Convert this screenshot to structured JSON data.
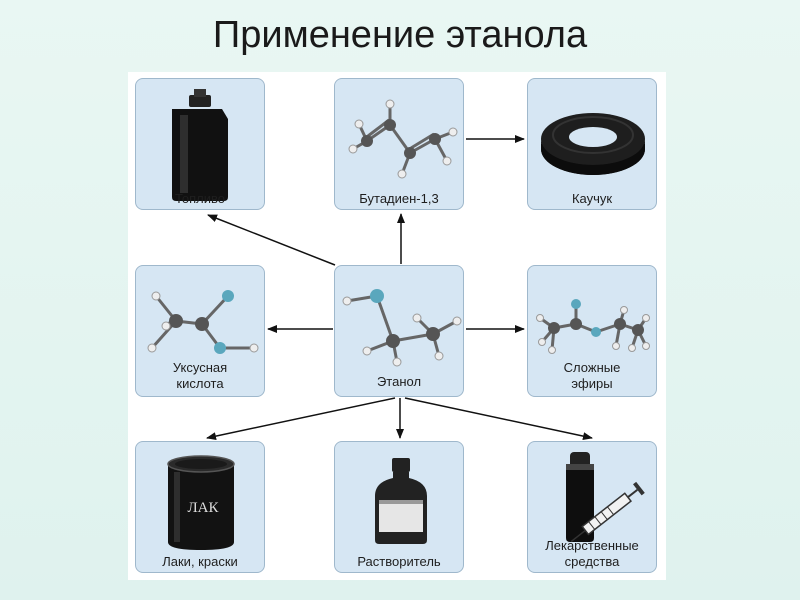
{
  "title": "Применение этанола",
  "nodes": {
    "fuel": {
      "label": "Топливо"
    },
    "butadiene": {
      "label": "Бутадиен-1,3"
    },
    "rubber": {
      "label": "Каучук"
    },
    "acetic_acid": {
      "label_line1": "Уксусная",
      "label_line2": "кислота"
    },
    "ethanol": {
      "label": "Этанол"
    },
    "esters": {
      "label_line1": "Сложные",
      "label_line2": "эфиры"
    },
    "varnish": {
      "label": "Лаки, краски",
      "can_text": "ЛАК"
    },
    "solvent": {
      "label": "Растворитель"
    },
    "medicine": {
      "label_line1": "Лекарственные",
      "label_line2": "средства"
    }
  },
  "colors": {
    "node_bg": "#d6e6f3",
    "node_border": "#9fb8cc",
    "arrow": "#111111",
    "carbon": "#555555",
    "oxygen": "#5aa7bd",
    "hydrogen": "#eeeeee"
  }
}
